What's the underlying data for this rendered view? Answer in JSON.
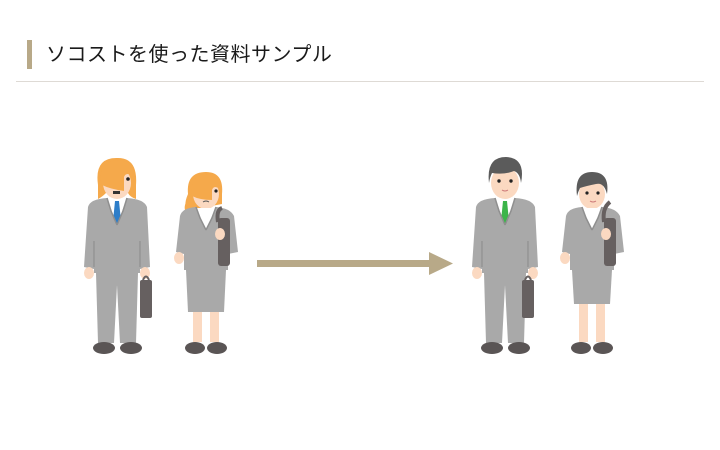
{
  "header": {
    "title": "ソコストを使った資料サンプル",
    "accent_color": "#b8a988"
  },
  "illustration": {
    "before": {
      "man": {
        "label": "before-man",
        "hair_color": "#f5a94b",
        "tie_color": "#2e7ec9"
      },
      "woman": {
        "label": "before-woman",
        "hair_color": "#f5a94b"
      }
    },
    "after": {
      "man": {
        "label": "after-man",
        "hair_color": "#5b5b5b",
        "tie_color": "#3cb54a"
      },
      "woman": {
        "label": "after-woman",
        "hair_color": "#5b5b5b"
      }
    },
    "arrow_color": "#b8a988",
    "suit_color": "#a9a9a9",
    "suit_shade": "#8f8f8f",
    "shoe_color": "#5a5555",
    "bag_color": "#666060",
    "skin_color": "#fbd9c1"
  }
}
